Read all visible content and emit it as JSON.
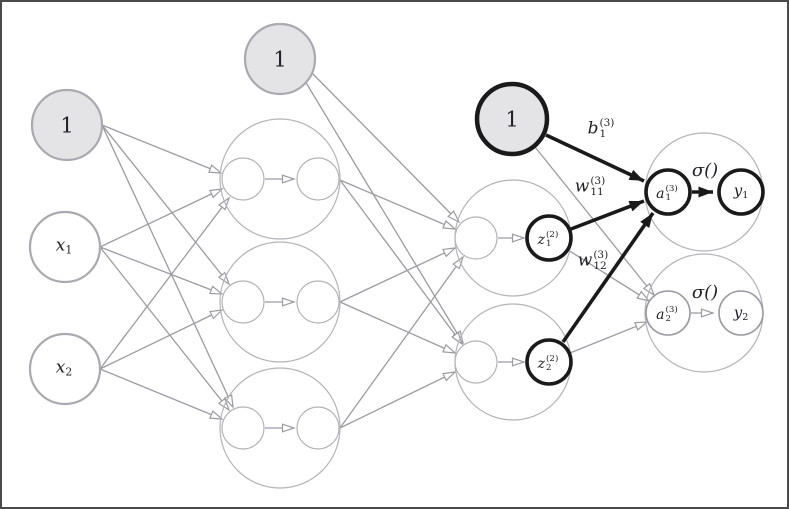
{
  "figure": {
    "kind": "neural-network-computation-diagram",
    "colors": {
      "edge_gray": "#9b9ba3",
      "outline_light_gray": "#b3b3b9",
      "node_border_gray": "#a9a9af",
      "highlight_black": "#1a1a1a",
      "bias_fill": "#e4e4e6",
      "background": "#ffffff",
      "frame_border": "#4a4a4a",
      "text": "#1f1f26"
    },
    "nodes": {
      "bias_input": {
        "label": "1"
      },
      "bias_hidden2": {
        "label": "1"
      },
      "bias_output": {
        "label": "1"
      },
      "x1": {
        "base": "x",
        "sub": "1"
      },
      "x2": {
        "base": "x",
        "sub": "2"
      },
      "z1": {
        "base": "z",
        "sub": "1",
        "sup": "(2)"
      },
      "z2": {
        "base": "z",
        "sub": "2",
        "sup": "(2)"
      },
      "a1": {
        "base": "a",
        "sub": "1",
        "sup": "(3)"
      },
      "a2": {
        "base": "a",
        "sub": "2",
        "sup": "(3)"
      },
      "y1": {
        "base": "y",
        "sub": "1"
      },
      "y2": {
        "base": "y",
        "sub": "2"
      }
    },
    "edge_labels": {
      "b1": {
        "base": "b",
        "sub": "1",
        "sup": "(3)"
      },
      "w11": {
        "base": "w",
        "sub": "11",
        "sup": "(3)"
      },
      "w12": {
        "base": "w",
        "sub": "12",
        "sup": "(3)"
      },
      "sigma_top": {
        "label": "σ()"
      },
      "sigma_bottom": {
        "label": "σ()"
      }
    }
  }
}
